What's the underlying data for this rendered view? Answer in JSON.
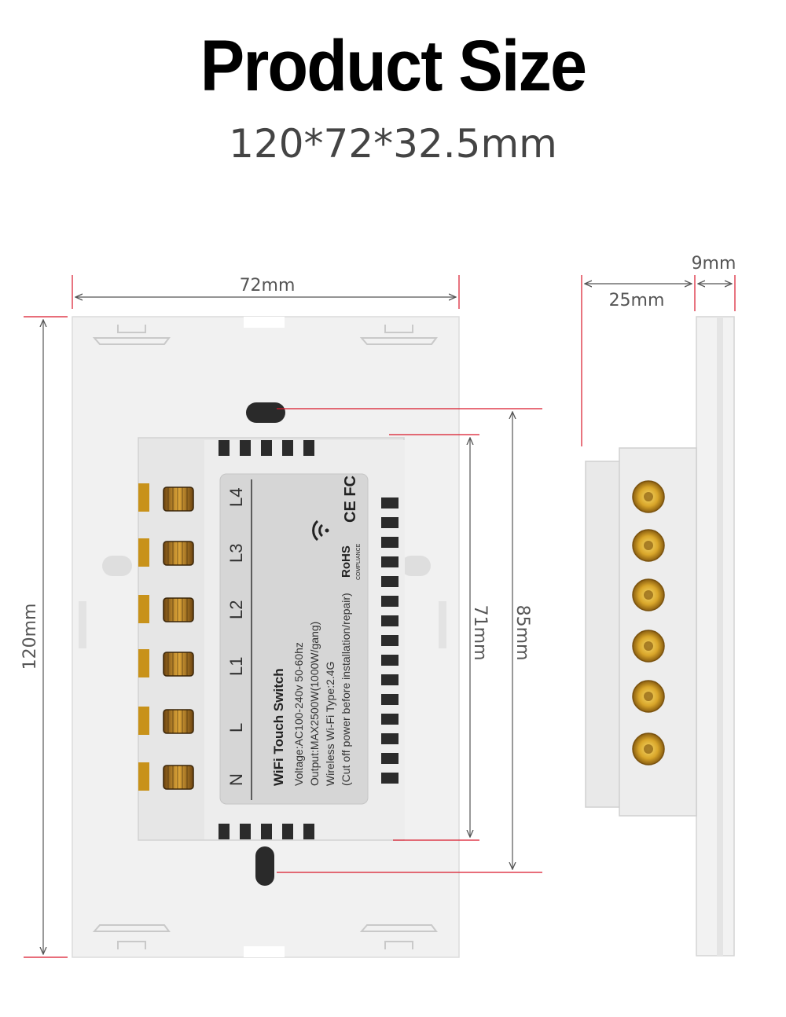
{
  "header": {
    "title": "Product Size",
    "subtitle": "120*72*32.5mm"
  },
  "dimensions": {
    "width": "72mm",
    "height": "120mm",
    "inner_height": "71mm",
    "mount_spacing": "85mm",
    "depth_body": "25mm",
    "depth_panel": "9mm"
  },
  "label": {
    "product_name": "WiFi Touch Switch",
    "voltage": "Voltage:AC100-240v 50-60hz",
    "output": "Output:MAX2500W(1000W/gang)",
    "wireless": "Wireless Wi-Fi Type:2.4G",
    "warning": "(Cut off power before installation/repair)",
    "terminals": [
      "N",
      "L",
      "L1",
      "L2",
      "L3",
      "L4"
    ],
    "rohs": "RoHS",
    "rohs_sub": "COMPLIANCE",
    "marks": "CE FC"
  },
  "colors": {
    "accent_line": "#d9182a",
    "dimension_line": "#555555",
    "brass": "#c8921a"
  }
}
